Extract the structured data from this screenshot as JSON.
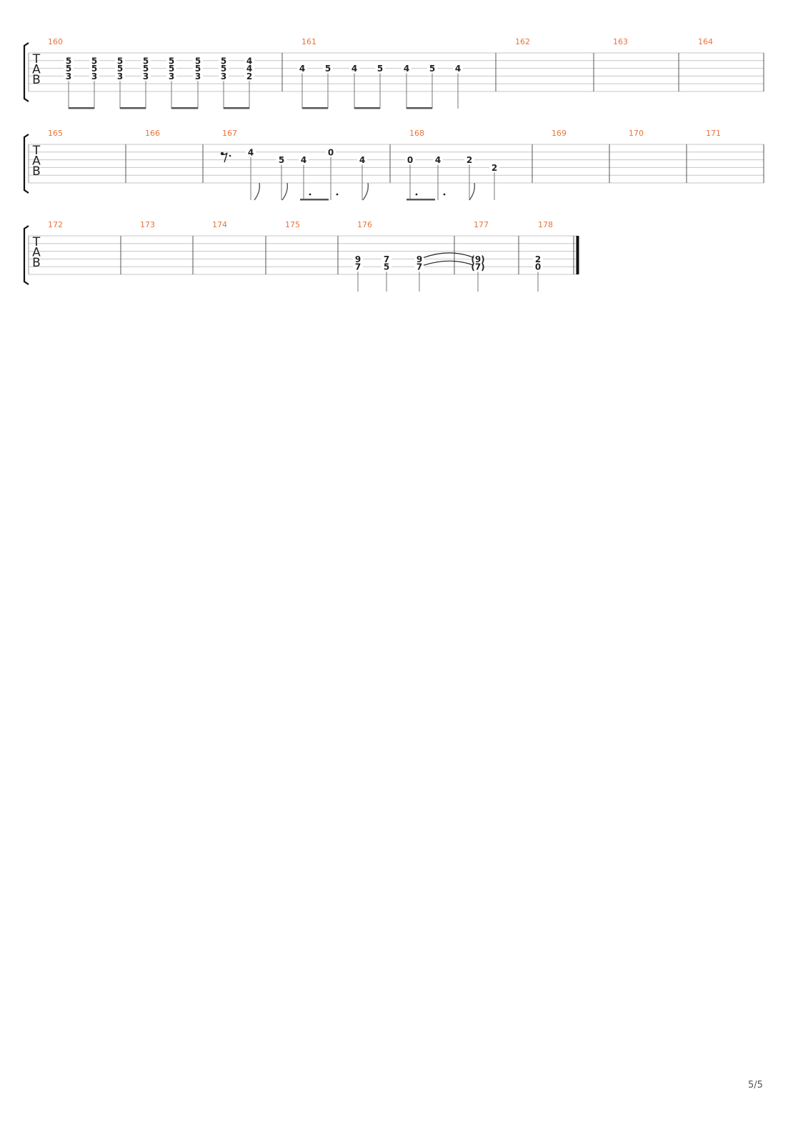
{
  "page": {
    "page_number": "5/5"
  },
  "clef_letters": [
    "T",
    "A",
    "B"
  ],
  "colors": {
    "bar_number": "#e8733a",
    "staff_line": "#c6c6c6",
    "barline": "#555555",
    "text": "#222222"
  },
  "systems": [
    {
      "measures": [
        {
          "number": "160",
          "events": [
            {
              "notes": [
                {
                  "string": 2,
                  "fret": "5"
                },
                {
                  "string": 3,
                  "fret": "5"
                },
                {
                  "string": 4,
                  "fret": "3"
                }
              ]
            },
            {
              "notes": [
                {
                  "string": 2,
                  "fret": "5"
                },
                {
                  "string": 3,
                  "fret": "5"
                },
                {
                  "string": 4,
                  "fret": "3"
                }
              ]
            },
            {
              "notes": [
                {
                  "string": 2,
                  "fret": "5"
                },
                {
                  "string": 3,
                  "fret": "5"
                },
                {
                  "string": 4,
                  "fret": "3"
                }
              ]
            },
            {
              "notes": [
                {
                  "string": 2,
                  "fret": "5"
                },
                {
                  "string": 3,
                  "fret": "5"
                },
                {
                  "string": 4,
                  "fret": "3"
                }
              ]
            },
            {
              "notes": [
                {
                  "string": 2,
                  "fret": "5"
                },
                {
                  "string": 3,
                  "fret": "5"
                },
                {
                  "string": 4,
                  "fret": "3"
                }
              ]
            },
            {
              "notes": [
                {
                  "string": 2,
                  "fret": "5"
                },
                {
                  "string": 3,
                  "fret": "5"
                },
                {
                  "string": 4,
                  "fret": "3"
                }
              ]
            },
            {
              "notes": [
                {
                  "string": 2,
                  "fret": "5"
                },
                {
                  "string": 3,
                  "fret": "5"
                },
                {
                  "string": 4,
                  "fret": "3"
                }
              ]
            },
            {
              "notes": [
                {
                  "string": 2,
                  "fret": "4"
                },
                {
                  "string": 3,
                  "fret": "4"
                },
                {
                  "string": 4,
                  "fret": "2"
                }
              ]
            }
          ]
        },
        {
          "number": "161",
          "events": [
            {
              "notes": [
                {
                  "string": 3,
                  "fret": "4"
                }
              ]
            },
            {
              "notes": [
                {
                  "string": 3,
                  "fret": "5"
                }
              ]
            },
            {
              "notes": [
                {
                  "string": 3,
                  "fret": "4"
                }
              ]
            },
            {
              "notes": [
                {
                  "string": 3,
                  "fret": "5"
                }
              ]
            },
            {
              "notes": [
                {
                  "string": 3,
                  "fret": "4"
                }
              ]
            },
            {
              "notes": [
                {
                  "string": 3,
                  "fret": "5"
                }
              ]
            },
            {
              "notes": [
                {
                  "string": 3,
                  "fret": "4"
                }
              ]
            }
          ]
        },
        {
          "number": "162",
          "events": []
        },
        {
          "number": "163",
          "events": []
        },
        {
          "number": "164",
          "events": []
        }
      ]
    },
    {
      "measures": [
        {
          "number": "165",
          "events": []
        },
        {
          "number": "166",
          "events": []
        },
        {
          "number": "167",
          "events": [
            {
              "rest": "eighth-dotted"
            },
            {
              "notes": [
                {
                  "string": 2,
                  "fret": "4"
                }
              ]
            },
            {
              "notes": [
                {
                  "string": 3,
                  "fret": "5"
                }
              ]
            },
            {
              "notes": [
                {
                  "string": 3,
                  "fret": "4"
                }
              ]
            },
            {
              "notes": [
                {
                  "string": 2,
                  "fret": "0"
                }
              ]
            },
            {
              "notes": [
                {
                  "string": 3,
                  "fret": "4"
                }
              ]
            }
          ]
        },
        {
          "number": "168",
          "events": [
            {
              "notes": [
                {
                  "string": 3,
                  "fret": "0"
                }
              ]
            },
            {
              "notes": [
                {
                  "string": 3,
                  "fret": "4"
                }
              ]
            },
            {
              "notes": [
                {
                  "string": 3,
                  "fret": "2"
                }
              ]
            },
            {
              "notes": [
                {
                  "string": 4,
                  "fret": "2"
                }
              ]
            }
          ]
        },
        {
          "number": "169",
          "events": []
        },
        {
          "number": "170",
          "events": []
        },
        {
          "number": "171",
          "events": []
        }
      ]
    },
    {
      "measures": [
        {
          "number": "172",
          "events": []
        },
        {
          "number": "173",
          "events": []
        },
        {
          "number": "174",
          "events": []
        },
        {
          "number": "175",
          "events": []
        },
        {
          "number": "176",
          "events": [
            {
              "notes": [
                {
                  "string": 4,
                  "fret": "9"
                },
                {
                  "string": 5,
                  "fret": "7"
                }
              ]
            },
            {
              "notes": [
                {
                  "string": 4,
                  "fret": "7"
                },
                {
                  "string": 5,
                  "fret": "5"
                }
              ]
            },
            {
              "notes": [
                {
                  "string": 4,
                  "fret": "9"
                },
                {
                  "string": 5,
                  "fret": "7"
                }
              ]
            }
          ]
        },
        {
          "number": "177",
          "events": [
            {
              "notes": [
                {
                  "string": 4,
                  "fret": "(9)"
                },
                {
                  "string": 5,
                  "fret": "(7)"
                }
              ],
              "tied": true
            }
          ]
        },
        {
          "number": "178",
          "events": [
            {
              "notes": [
                {
                  "string": 4,
                  "fret": "2"
                },
                {
                  "string": 5,
                  "fret": "0"
                }
              ]
            }
          ]
        }
      ]
    }
  ]
}
